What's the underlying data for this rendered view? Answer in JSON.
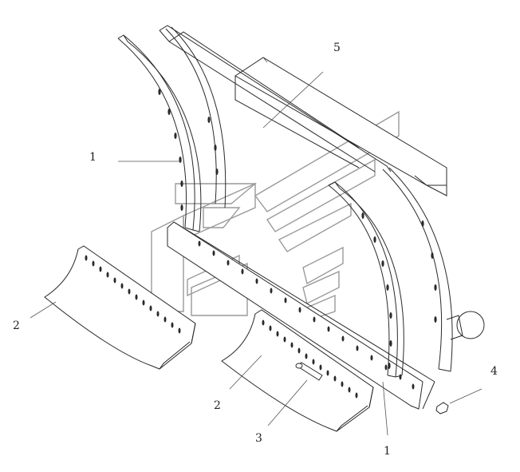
{
  "diagram": {
    "callouts": [
      {
        "id": "c1a",
        "label": "1"
      },
      {
        "id": "c1b",
        "label": "1"
      },
      {
        "id": "c2a",
        "label": "2"
      },
      {
        "id": "c2b",
        "label": "2"
      },
      {
        "id": "c3",
        "label": "3"
      },
      {
        "id": "c4",
        "label": "4"
      },
      {
        "id": "c5",
        "label": "5"
      }
    ],
    "colors": {
      "line": "#2a2a2a",
      "watermark": "#9a9a9a",
      "background": "#ffffff"
    }
  }
}
